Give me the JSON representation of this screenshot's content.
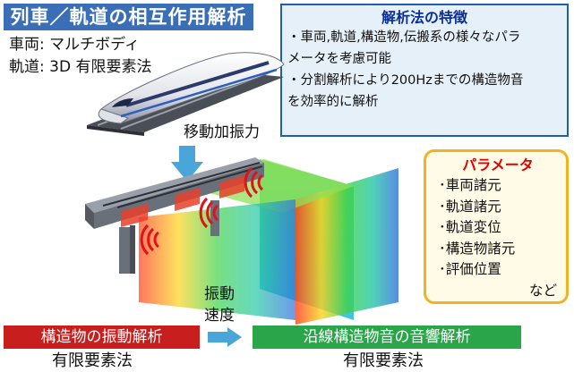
{
  "title": "列車／軌道の相互作用解析",
  "model": {
    "vehicle": "車両: マルチボディ",
    "track": "軌道: 3D 有限要素法"
  },
  "features": {
    "title": "解析法の特徴",
    "lines": [
      "・車両,軌道,構造物,伝搬系の様々なパラ",
      "メータを考慮可能",
      "・分割解析により200Hzまでの構造物音",
      "を効率的に解析"
    ]
  },
  "excitation_label": "移動加振力",
  "parameters": {
    "title": "パラメータ",
    "items": [
      "･車両諸元",
      "･軌道諸元",
      "･軌道変位",
      "･構造物諸元",
      "･評価位置"
    ],
    "etc": "など"
  },
  "vibration_velocity_label": [
    "振動",
    "速度"
  ],
  "structure_analysis": {
    "label": "構造物の振動解析",
    "method": "有限要素法"
  },
  "acoustic_analysis": {
    "label": "沿線構造物音の音響解析",
    "method": "有限要素法"
  },
  "colors": {
    "title_banner": "#3a6fb8",
    "features_border": "#1f5fb0",
    "features_bg": "#e6f0f9",
    "param_border": "#f0b322",
    "param_title": "#e00000",
    "structure_banner": "#c81e1e",
    "acoustic_banner": "#2aa54a",
    "arrow": "#4aa6d8"
  }
}
